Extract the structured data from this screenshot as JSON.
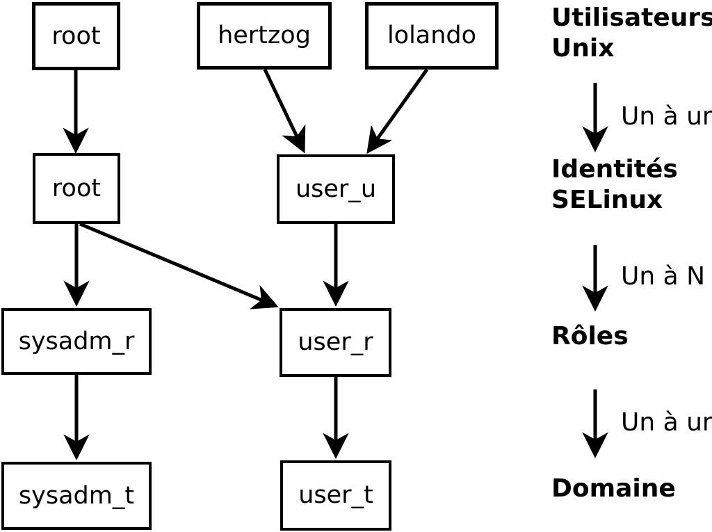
{
  "nodes": {
    "unix_root": {
      "label": "root"
    },
    "unix_hertzog": {
      "label": "hertzog"
    },
    "unix_lolando": {
      "label": "lolando"
    },
    "selinux_root": {
      "label": "root"
    },
    "selinux_user_u": {
      "label": "user_u"
    },
    "role_sysadm_r": {
      "label": "sysadm_r"
    },
    "role_user_r": {
      "label": "user_r"
    },
    "domain_sysadm_t": {
      "label": "sysadm_t"
    },
    "domain_user_t": {
      "label": "user_t"
    }
  },
  "edges": [
    {
      "from": "unix_root",
      "to": "selinux_root"
    },
    {
      "from": "unix_hertzog",
      "to": "selinux_user_u"
    },
    {
      "from": "unix_lolando",
      "to": "selinux_user_u"
    },
    {
      "from": "selinux_root",
      "to": "role_sysadm_r"
    },
    {
      "from": "selinux_root",
      "to": "role_user_r"
    },
    {
      "from": "selinux_user_u",
      "to": "role_user_r"
    },
    {
      "from": "role_sysadm_r",
      "to": "domain_sysadm_t"
    },
    {
      "from": "role_user_r",
      "to": "domain_user_t"
    }
  ],
  "legend": {
    "unix_users": {
      "line1": "Utilisateurs",
      "line2": "Unix"
    },
    "map1_label": "Un à un",
    "selinux_identities": {
      "line1": "Identités",
      "line2": "SELinux"
    },
    "map2_label": "Un à N",
    "roles_label": "Rôles",
    "map3_label": "Un à un",
    "domain_label": "Domaine"
  },
  "colors": {
    "ink": "#000000",
    "background": "#ffffff"
  }
}
